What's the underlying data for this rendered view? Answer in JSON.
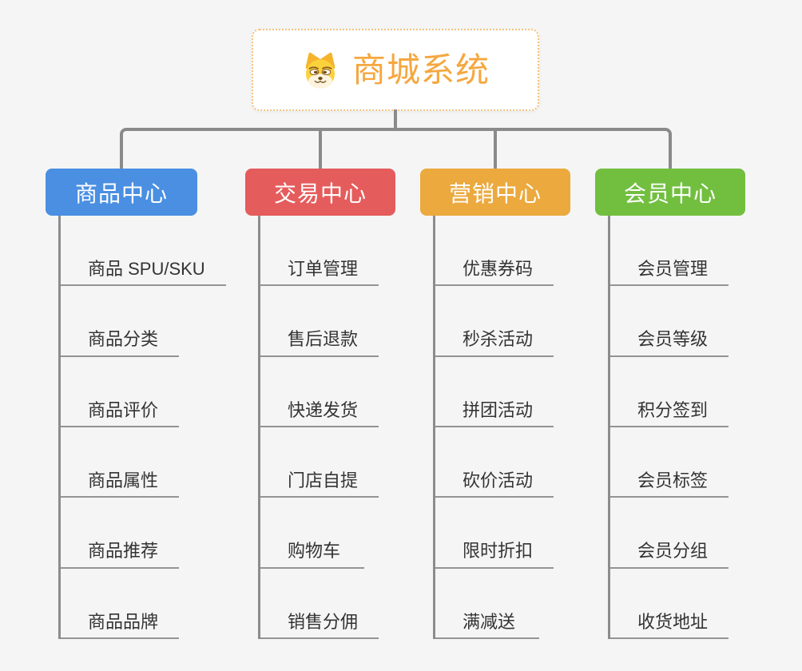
{
  "canvas": {
    "background": "#f5f5f5",
    "connector_color": "#8a8a8a"
  },
  "root": {
    "label": "商城系统",
    "text_color": "#f5a73f",
    "border_color": "#f4c27d",
    "icon": "dog-face-icon"
  },
  "branches": [
    {
      "label": "商品中心",
      "color": "#4a8fe2",
      "items": [
        "商品 SPU/SKU",
        "商品分类",
        "商品评价",
        "商品属性",
        "商品推荐",
        "商品品牌"
      ]
    },
    {
      "label": "交易中心",
      "color": "#e55c5c",
      "items": [
        "订单管理",
        "售后退款",
        "快递发货",
        "门店自提",
        "购物车",
        "销售分佣"
      ]
    },
    {
      "label": "营销中心",
      "color": "#eba93e",
      "items": [
        "优惠券码",
        "秒杀活动",
        "拼团活动",
        "砍价活动",
        "限时折扣",
        "满减送"
      ]
    },
    {
      "label": "会员中心",
      "color": "#72bf40",
      "items": [
        "会员管理",
        "会员等级",
        "积分签到",
        "会员标签",
        "会员分组",
        "收货地址"
      ]
    }
  ]
}
